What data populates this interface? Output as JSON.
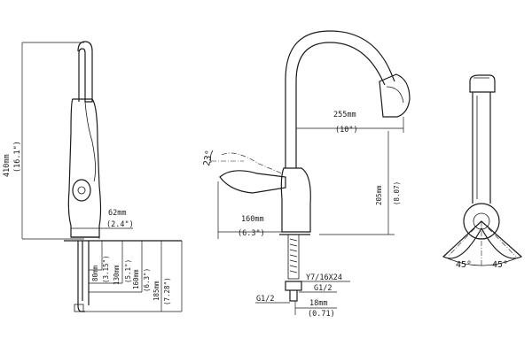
{
  "dims": {
    "height_total_mm": "410mm",
    "height_total_in": "(16.1\")",
    "spout_depth_mm": "62mm",
    "spout_depth_in": "(2.4\")",
    "reach_mm": "255mm",
    "reach_in": "(10\")",
    "spout_height_mm": "205mm",
    "spout_height_in": "(8.07)",
    "handle_angle": "23°",
    "handle_reach_mm": "160mm",
    "handle_reach_in": "(6.3\")",
    "thread_1": "Y7/16X24",
    "thread_2": "G1/2",
    "thread_3": "G1/2",
    "shank_len_mm": "18mm",
    "shank_len_in": "(0.71)",
    "tail_80": "80mm",
    "tail_80_in": "(3.15\")",
    "tail_130": "130mm",
    "tail_130_in": "(5.1\")",
    "tail_160": "160mm",
    "tail_160_in": "(6.3\")",
    "tail_185": "185mm",
    "tail_185_in": "(7.28\")",
    "swivel_left": "45°",
    "swivel_right": "45°"
  }
}
